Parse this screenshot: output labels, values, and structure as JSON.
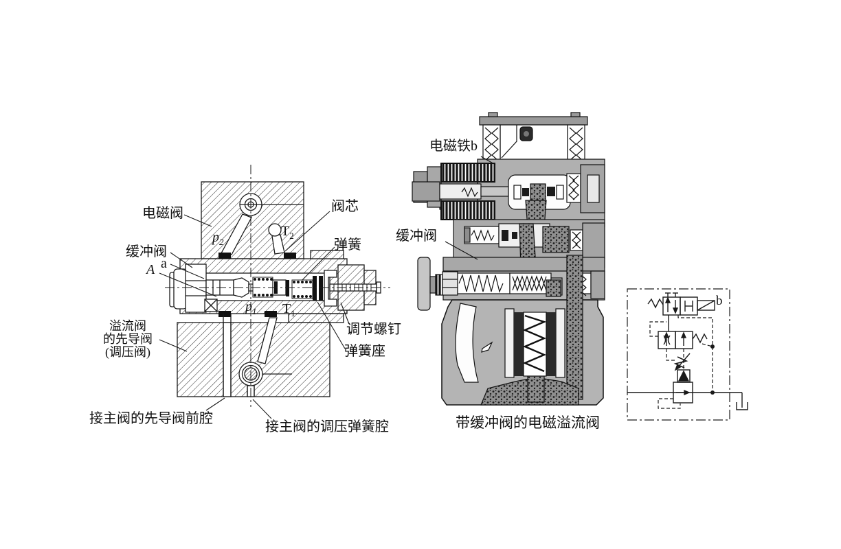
{
  "colors": {
    "background": "#ffffff",
    "line_color": "#1a1a1a",
    "metal_gray": "#b0b0b0",
    "coil_black": "#141414",
    "passage_dark": "#3a3a3a"
  },
  "figure_left": {
    "labels": {
      "solenoid_valve": "电磁阀",
      "valve_core": "阀芯",
      "buffer_valve": "缓冲阀",
      "port_A": "A",
      "port_a": "a",
      "spring": "弹簧",
      "pilot_valve_line1": "溢流阀",
      "pilot_valve_line2": "的先导阀",
      "pilot_valve_line3": "(调压阀)",
      "adjusting_screw": "调节螺钉",
      "spring_seat": "弹簧座",
      "p2": {
        "base": "p",
        "sub": "2"
      },
      "T2": {
        "base": "T",
        "sub": "2"
      },
      "p1": {
        "base": "p",
        "sub": "1"
      },
      "T1": {
        "base": "T",
        "sub": "1"
      },
      "to_main_pilot_front_chamber": "接主阀的先导阀前腔",
      "to_main_pressure_spring_chamber": "接主阀的调压弹簧腔"
    }
  },
  "figure_middle": {
    "labels": {
      "electromagnet_b": "电磁铁b",
      "buffer_valve": "缓冲阀"
    },
    "caption": "带缓冲阀的电磁溢流阀"
  },
  "figure_right": {
    "labels": {
      "solenoid_b": "b"
    }
  }
}
